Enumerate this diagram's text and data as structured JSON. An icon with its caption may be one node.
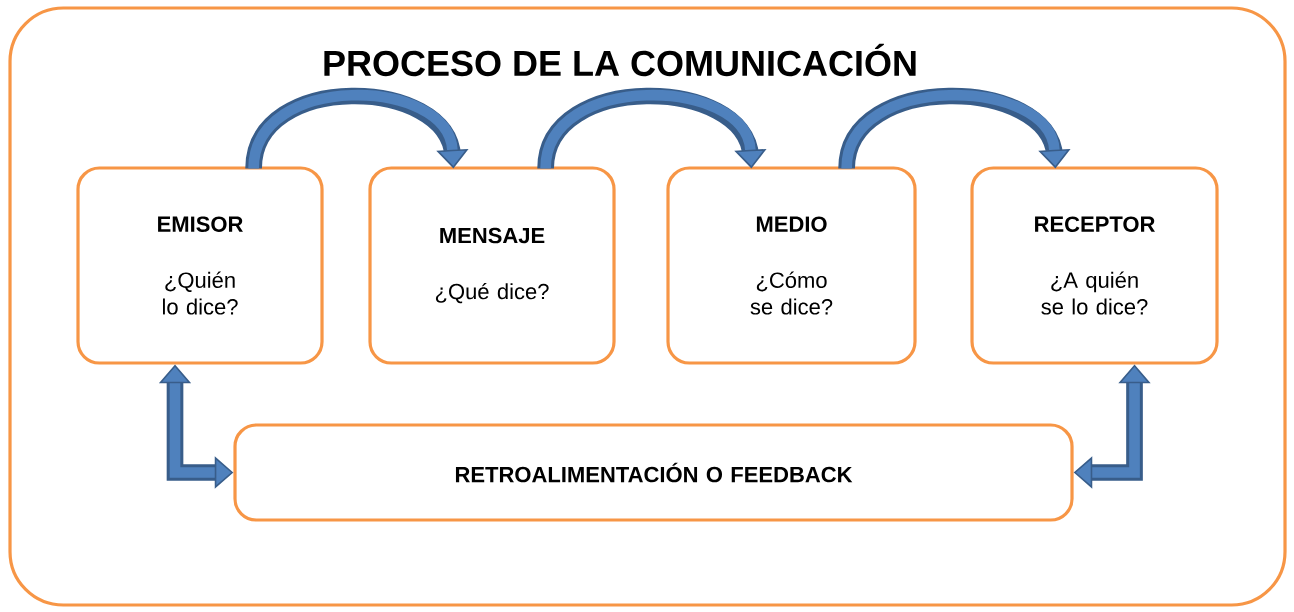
{
  "diagram": {
    "nodes": [
      {
        "text": [
          "PROCESO DE LA COMUNICACIÓN"
        ]
      },
      {
        "text": [
          "EMISOR",
          "¿Quién lo dice?"
        ],
        "in": 0
      },
      {
        "text": [
          "MENSAJE",
          "¿Qué dice?"
        ],
        "in": 0
      },
      {
        "text": [
          "MEDIO",
          "¿Cómo se dice?"
        ],
        "in": 0
      },
      {
        "text": [
          "RECEPTOR",
          "¿A quién se lo dice?"
        ],
        "in": 0
      },
      {
        "text": [
          "RETROALIMENTACIÓN O FEEDBACK"
        ],
        "in": 0
      }
    ],
    "edges": [
      {
        "from": 1,
        "to": 2,
        "arrow": "to"
      },
      {
        "from": 2,
        "to": 3,
        "arrow": "to"
      },
      {
        "from": 3,
        "to": 4,
        "arrow": "to"
      },
      {
        "from": 1,
        "to": 5,
        "arrow": "both"
      },
      {
        "from": 4,
        "to": 5,
        "arrow": "both"
      }
    ]
  }
}
